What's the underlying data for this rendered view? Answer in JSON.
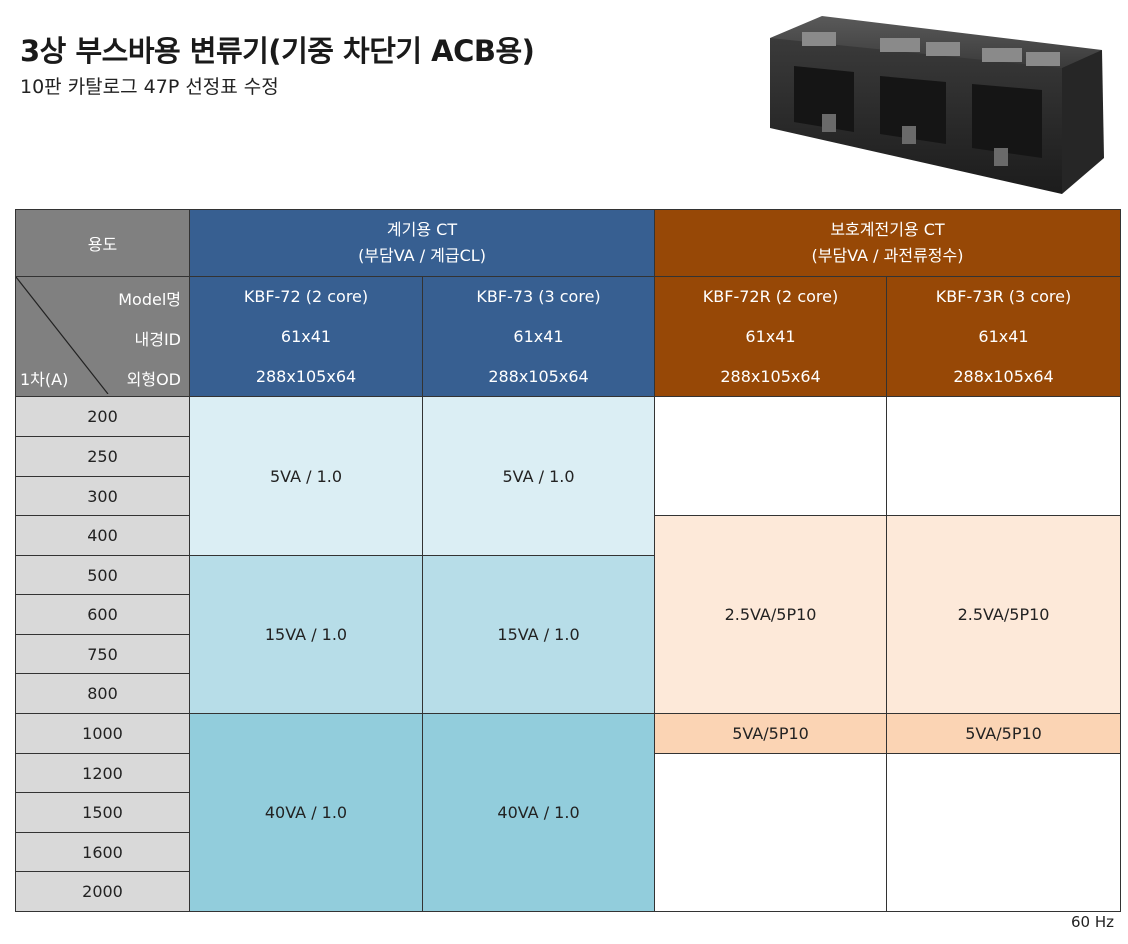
{
  "header": {
    "title": "3상 부스바용 변류기(기중 차단기 ACB용)",
    "subtitle": "10판 카탈로그 47P 선정표 수정"
  },
  "table": {
    "usage_label": "용도",
    "meter_group": {
      "line1": "계기용 CT",
      "line2": "(부담VA / 계급CL)"
    },
    "protect_group": {
      "line1": "보호계전기용 CT",
      "line2": "(부담VA / 과전류정수)"
    },
    "row_labels": {
      "model": "Model명",
      "id": "내경ID",
      "od": "외형OD",
      "primary": "1차(A)"
    },
    "models": [
      {
        "name": "KBF-72 (2 core)",
        "id": "61x41",
        "od": "288x105x64"
      },
      {
        "name": "KBF-73 (3 core)",
        "id": "61x41",
        "od": "288x105x64"
      },
      {
        "name": "KBF-72R (2 core)",
        "id": "61x41",
        "od": "288x105x64"
      },
      {
        "name": "KBF-73R (3 core)",
        "id": "61x41",
        "od": "288x105x64"
      }
    ],
    "amps": [
      "200",
      "250",
      "300",
      "400",
      "500",
      "600",
      "750",
      "800",
      "1000",
      "1200",
      "1500",
      "1600",
      "2000"
    ],
    "meter_values": {
      "low": "5VA / 1.0",
      "mid": "15VA / 1.0",
      "high": "40VA / 1.0"
    },
    "protect_values": {
      "mid": "2.5VA/5P10",
      "high": "5VA/5P10"
    }
  },
  "footer": {
    "frequency": "60 Hz"
  },
  "colors": {
    "meter_header": "#375f91",
    "protect_header": "#974806",
    "gray_header": "#808080",
    "meter_low": "#dbeef4",
    "meter_mid": "#b7dde8",
    "meter_high": "#92cddc",
    "protect_mid": "#fde9d9",
    "protect_high": "#fbd4b4"
  }
}
